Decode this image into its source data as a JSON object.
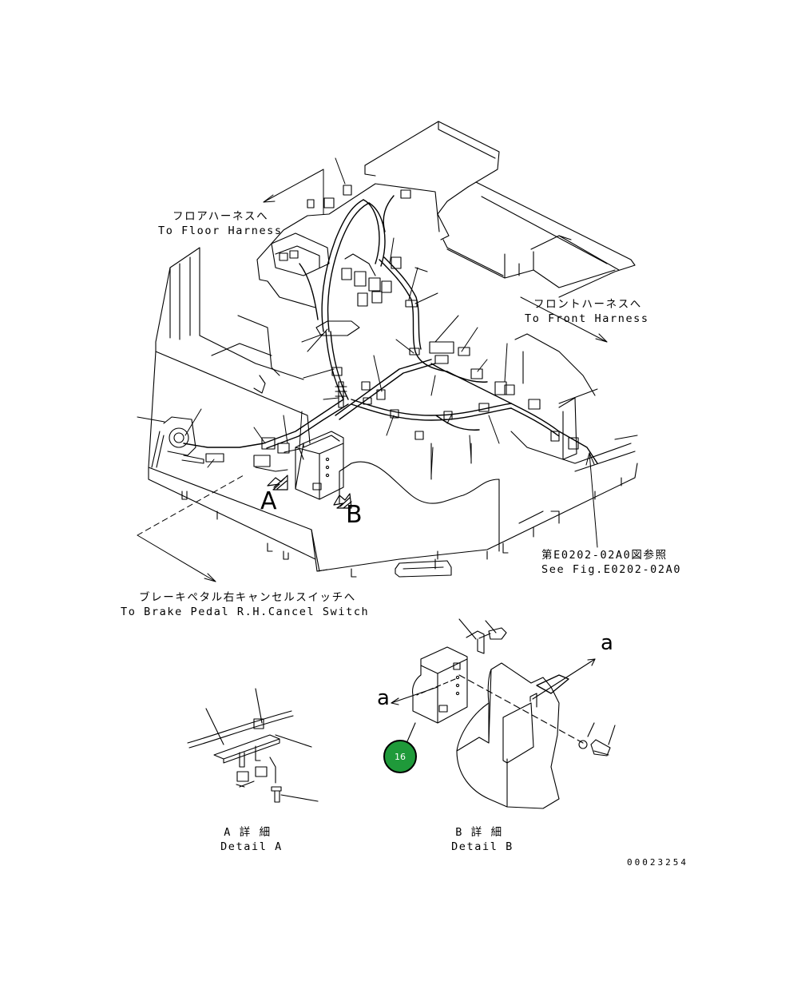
{
  "labels": {
    "floor_harness_jp": "フロアハーネスへ",
    "floor_harness_en": "To Floor Harness",
    "front_harness_jp": "フロントハーネスへ",
    "front_harness_en": "To Front Harness",
    "brake_switch_jp": "ブレーキペタル右キャンセルスイッチへ",
    "brake_switch_en": "To Brake Pedal R.H.Cancel Switch",
    "see_fig_jp": "第E0202-02A0図参照",
    "see_fig_en": "See Fig.E0202-02A0",
    "view_a": "A",
    "view_b": "B",
    "detail_a_jp": "A 詳 細",
    "detail_a_en": "Detail A",
    "detail_b_jp": "B 詳 細",
    "detail_b_en": "Detail B",
    "arrow_a_left": "a",
    "arrow_a_right": "a",
    "drawing_number": "00023254"
  },
  "callouts": [
    {
      "number": "16",
      "color": "#1f9a3a"
    }
  ]
}
